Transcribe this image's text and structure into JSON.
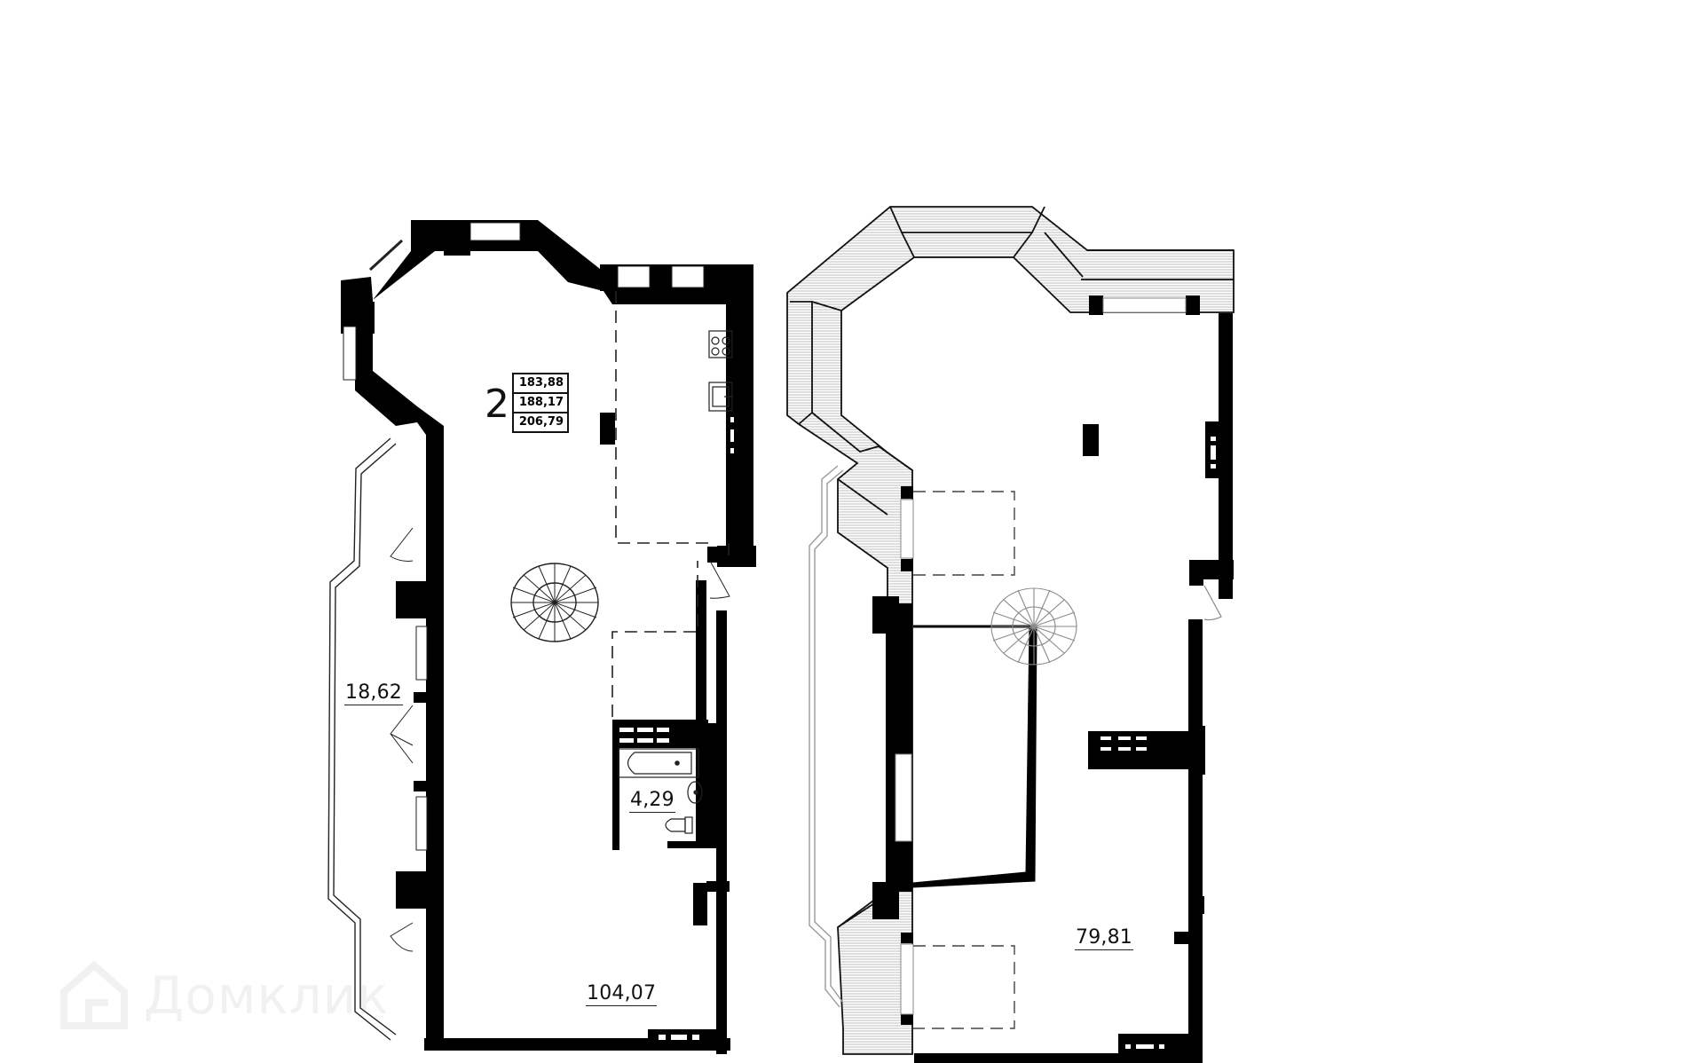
{
  "floor_plan": {
    "unit": {
      "rooms_count": "2",
      "areas": [
        "183,88",
        "188,17",
        "206,79"
      ]
    },
    "lower_level": {
      "rooms": [
        {
          "name": "balcony",
          "area": "18,62"
        },
        {
          "name": "bathroom",
          "area": "4,29"
        },
        {
          "name": "living-kitchen",
          "area": "104,07"
        }
      ]
    },
    "upper_level": {
      "rooms": [
        {
          "name": "upper-room",
          "area": "79,81"
        }
      ]
    },
    "watermark": {
      "icon": "house-logo-icon",
      "text": "Домклик"
    },
    "colors": {
      "wall": "#000000",
      "background": "#ffffff",
      "hatch": "#bdbdbd",
      "thin_line": "#888888"
    }
  }
}
